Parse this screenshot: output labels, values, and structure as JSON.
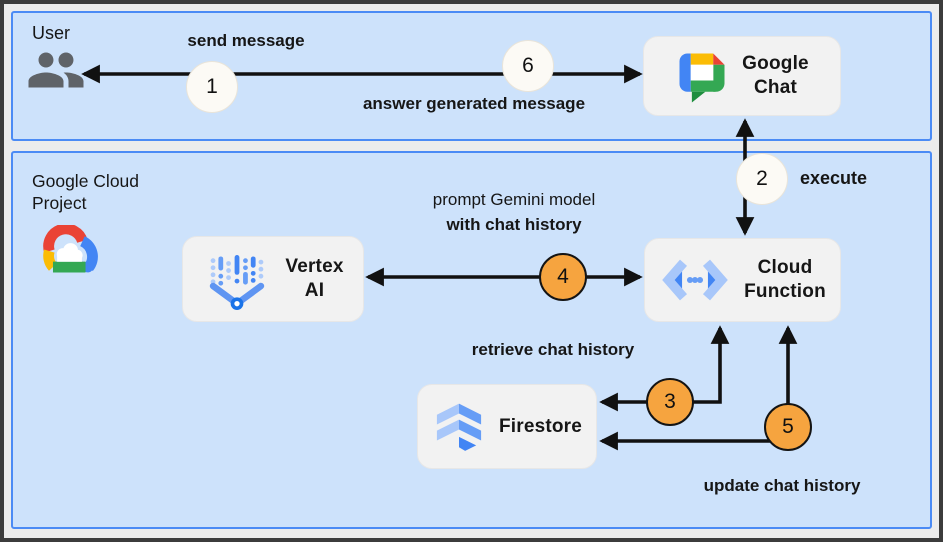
{
  "sections": {
    "user": {
      "label": "User"
    },
    "gcp": {
      "label_line1": "Google Cloud",
      "label_line2": "Project"
    }
  },
  "nodes": {
    "google_chat": {
      "line1": "Google",
      "line2": "Chat"
    },
    "vertex_ai": {
      "line1": "Vertex",
      "line2": "AI"
    },
    "cloud_function": {
      "line1": "Cloud",
      "line2": "Function"
    },
    "firestore": {
      "line1": "Firestore"
    }
  },
  "edge_labels": {
    "send_message": "send message",
    "answer": "answer generated message",
    "execute": "execute",
    "prompt_line1": "prompt Gemini model",
    "prompt_line2": "with chat history",
    "retrieve": "retrieve chat history",
    "update": "update chat history"
  },
  "steps": {
    "s1": "1",
    "s2": "2",
    "s3": "3",
    "s4": "4",
    "s5": "5",
    "s6": "6"
  },
  "colors": {
    "section_fill": "#cde2fb",
    "section_border": "#4b8bf5",
    "node_fill": "#f2f2f2",
    "step_neutral_fill": "#fcfaf5",
    "step_orange_fill": "#f6a43f",
    "arrow": "#111111",
    "google_blue": "#4285f4",
    "google_red": "#ea4335",
    "google_yellow": "#fbbc05",
    "google_green": "#34a853"
  }
}
